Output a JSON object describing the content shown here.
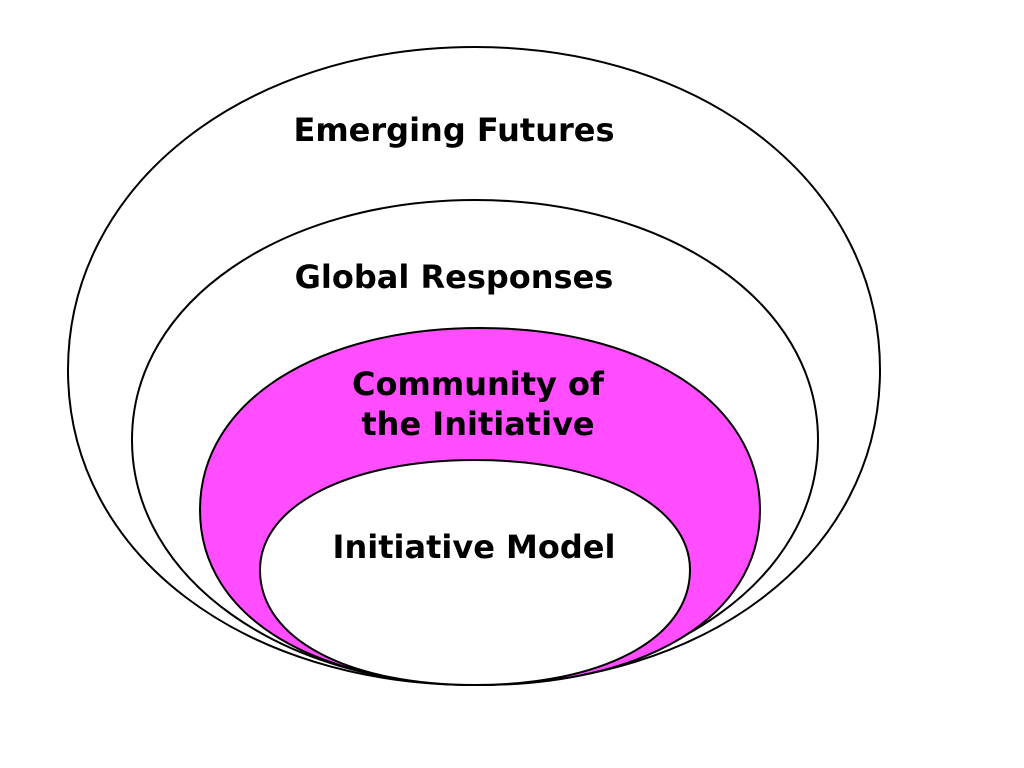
{
  "diagram": {
    "layers": [
      {
        "label_lines": [
          "Emerging Futures"
        ],
        "fill": "#ffffff"
      },
      {
        "label_lines": [
          "Global Responses"
        ],
        "fill": "#ffffff"
      },
      {
        "label_lines": [
          "Community of",
          "the Initiative"
        ],
        "fill": "#ff4dff"
      },
      {
        "label_lines": [
          "Initiative Model"
        ],
        "fill": "#ffffff"
      }
    ],
    "stroke_color": "#000000"
  }
}
